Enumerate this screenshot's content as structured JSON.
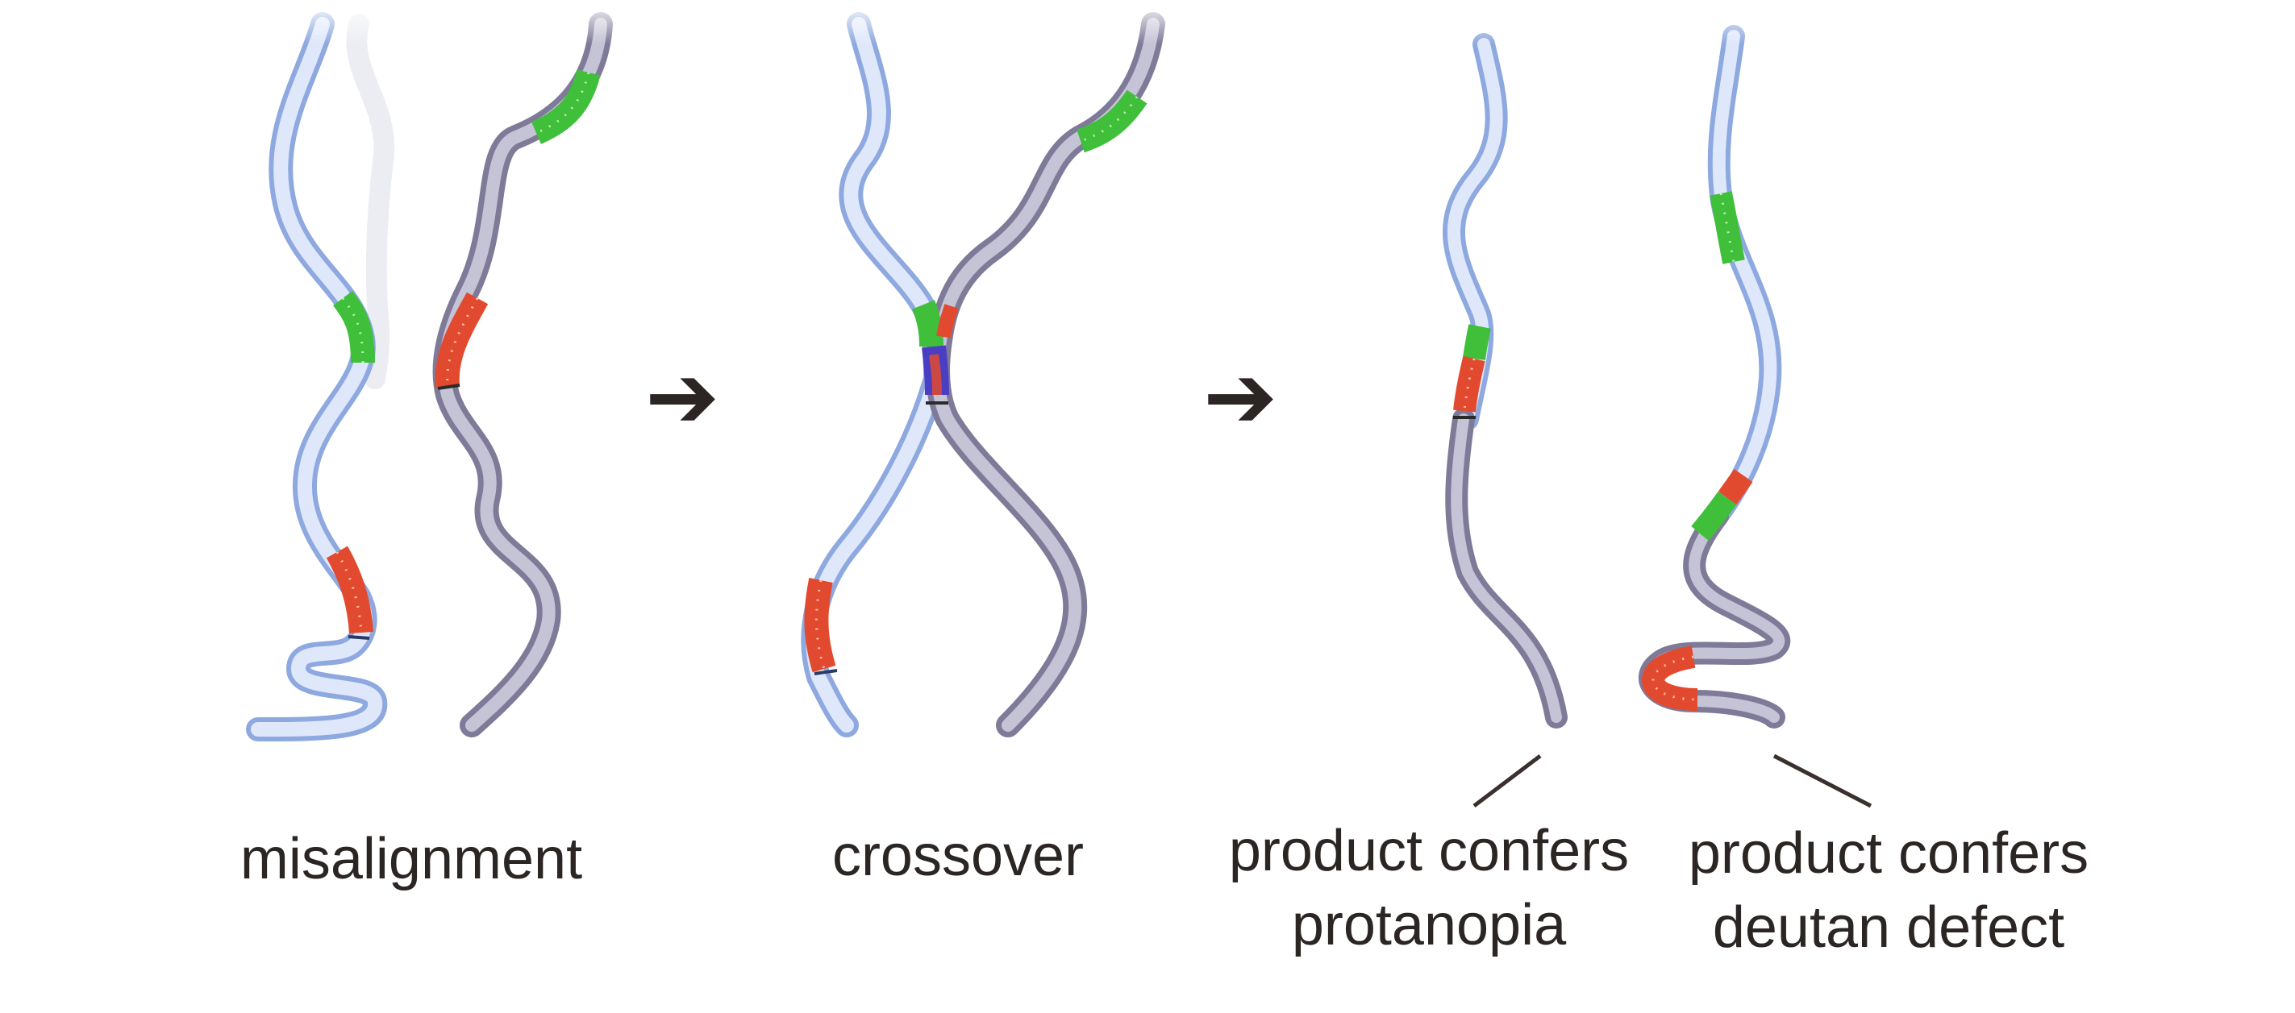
{
  "stages": [
    {
      "label": "misalignment"
    },
    {
      "label": "crossover"
    }
  ],
  "products": [
    {
      "line1": "product confers",
      "line2": "protanopia"
    },
    {
      "line1": "product confers",
      "line2": "deutan defect"
    }
  ],
  "arrow_glyph": "➔",
  "colors": {
    "strand_a": "#c9d8f7",
    "strand_a_edge": "#8ea8e0",
    "strand_b": "#a9a7bf",
    "strand_b_edge": "#7e7a98",
    "gene_green": "#3fbf3a",
    "gene_red": "#e24a2f",
    "arrow": "#3a312e",
    "text": "#2b2523"
  }
}
